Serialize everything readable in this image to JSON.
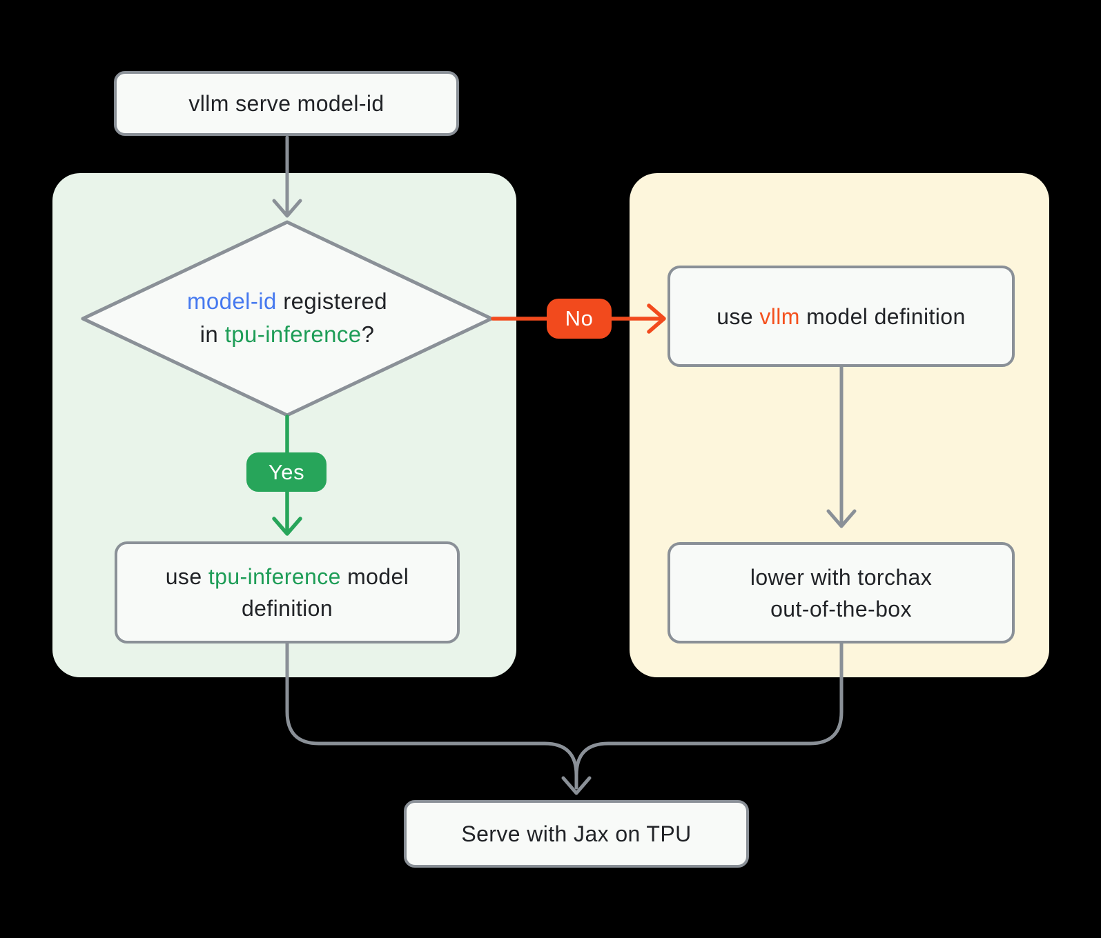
{
  "colors": {
    "background": "#000000",
    "yes_branch_panel": "#E9F4EA",
    "no_branch_panel": "#FDF6DC",
    "node_fill": "#F8FAF8",
    "node_border": "#8A9097",
    "connector_gray": "#8A9097",
    "yes_badge_green": "#27A55A",
    "no_badge_orange": "#F24A1D",
    "keyword_blue": "#4679EF",
    "keyword_green": "#1E9D57",
    "keyword_orange": "#F4511E",
    "text_dark": "#212327"
  },
  "nodes": {
    "start": {
      "label": "vllm serve model-id"
    },
    "decision": {
      "line1_keyword": "model-id",
      "line1_rest": " registered",
      "line2_pre": "in ",
      "line2_keyword": "tpu-inference",
      "line2_suffix": "?"
    },
    "use_tpu": {
      "pre": "use ",
      "keyword": "tpu-inference",
      "post": " model definition"
    },
    "use_vllm": {
      "pre": "use ",
      "keyword": "vllm",
      "post": " model definition"
    },
    "torchax": {
      "line1": "lower with torchax",
      "line2": "out-of-the-box"
    },
    "serve": {
      "label": "Serve with Jax on TPU"
    }
  },
  "edges": {
    "yes_label": "Yes",
    "no_label": "No"
  }
}
